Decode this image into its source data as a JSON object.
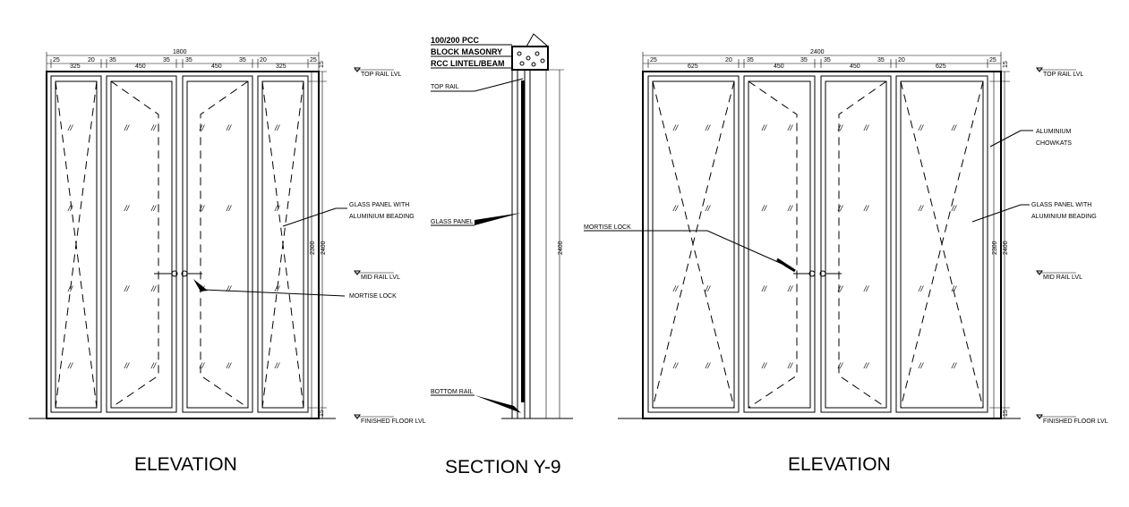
{
  "left_elevation": {
    "title": "ELEVATION",
    "overall_width": "1800",
    "widths": [
      "25",
      "325",
      "20",
      "35",
      "450",
      "35",
      "35",
      "450",
      "35",
      "20",
      "325",
      "25"
    ],
    "heights": [
      "2400",
      "2300",
      "15",
      "15",
      "15",
      "15"
    ],
    "levels": [
      "TOP RAIL LVL",
      "MID RAIL LVL",
      "FINISHED FLOOR LVL"
    ],
    "glass_note": [
      "GLASS PANEL WITH",
      "ALUMINIUM BEADING"
    ],
    "lock_note": "MORTISE LOCK"
  },
  "section": {
    "title": "SECTION Y-9",
    "labels": [
      "100/200 PCC",
      "BLOCK MASONRY",
      "RCC LINTEL/BEAM"
    ],
    "top_rail": "TOP RAIL",
    "glass_panel": "GLASS PANEL",
    "bottom_rail": "BOTTOM RAIL",
    "height": "2400"
  },
  "right_elevation": {
    "title": "ELEVATION",
    "overall_width": "2400",
    "widths": [
      "25",
      "625",
      "20",
      "35",
      "450",
      "35",
      "35",
      "450",
      "35",
      "20",
      "625",
      "25"
    ],
    "heights": [
      "2400",
      "2300",
      "15",
      "15",
      "15",
      "15"
    ],
    "levels": [
      "TOP RAIL LVL",
      "MID RAIL LVL",
      "FINISHED FLOOR LVL"
    ],
    "chowkat_note": [
      "ALUMINIUM",
      "CHOWKATS"
    ],
    "glass_note": [
      "GLASS PANEL WITH",
      "ALUMINIUM BEADING"
    ],
    "lock_note": "MORTISE LOCK"
  }
}
